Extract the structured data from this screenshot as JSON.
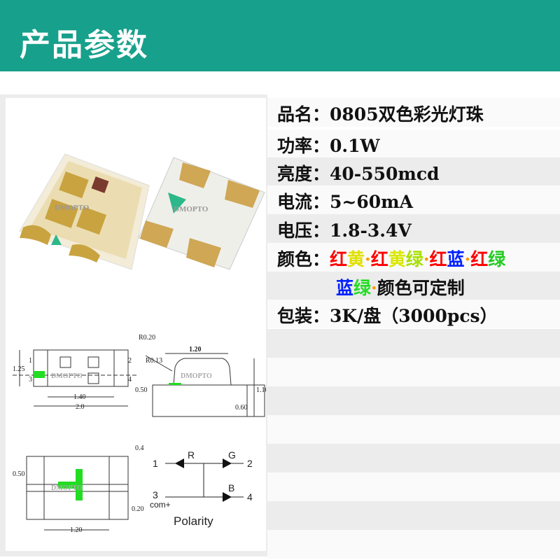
{
  "header": {
    "title": "产品参数"
  },
  "specs": [
    {
      "label": "品名：",
      "value": "0805双色彩光灯珠"
    },
    {
      "label": "功率：",
      "value": "0.1W"
    },
    {
      "label": "亮度：",
      "value": "40-550mcd"
    },
    {
      "label": "电流：",
      "value": "5~60mA"
    },
    {
      "label": "电压：",
      "value": "1.8-3.4V"
    }
  ],
  "colors": {
    "label": "颜色：",
    "line1": [
      {
        "t": "红",
        "c": "#ff0000"
      },
      {
        "t": "黄",
        "c": "#e0e000"
      },
      {
        "t": "·",
        "c": "#ff9900"
      },
      {
        "t": "红",
        "c": "#ff0000"
      },
      {
        "t": "黄",
        "c": "#d8e800"
      },
      {
        "t": "绿",
        "c": "#a8e000"
      },
      {
        "t": "·",
        "c": "#ff9900"
      },
      {
        "t": "红",
        "c": "#ff0000"
      },
      {
        "t": "蓝",
        "c": "#0020ff"
      },
      {
        "t": "·",
        "c": "#ff9900"
      },
      {
        "t": "红",
        "c": "#ff0000"
      },
      {
        "t": "绿",
        "c": "#22cc22"
      }
    ],
    "line2": [
      {
        "t": "蓝",
        "c": "#0020ff"
      },
      {
        "t": "绿",
        "c": "#22dd22"
      },
      {
        "t": "·",
        "c": "#ff9900"
      }
    ],
    "custom": "颜色可定制"
  },
  "packing": {
    "label": "包装：",
    "value": "3K/盘（3000pcs）"
  },
  "photo": {
    "watermark": "DMOPTO"
  },
  "drawing": {
    "watermark": "DMOPTO",
    "top_view": {
      "r": "R0.20",
      "h": "1.25",
      "w_inner": "1.40",
      "w": "2.0",
      "gap": "0.50",
      "pins": [
        "1",
        "2",
        "3",
        "4"
      ]
    },
    "side_view": {
      "r": "R0.13",
      "top": "1.20",
      "h": "1.10",
      "base": "0.60"
    },
    "bottom_view": {
      "pad": "0.4",
      "h1": "0.50",
      "h2": "0.20",
      "w": "1.20"
    },
    "polarity": {
      "title": "Polarity",
      "pins": [
        "1",
        "2",
        "3",
        "4"
      ],
      "leds": [
        "R",
        "G",
        "B"
      ],
      "common": "com+"
    }
  }
}
